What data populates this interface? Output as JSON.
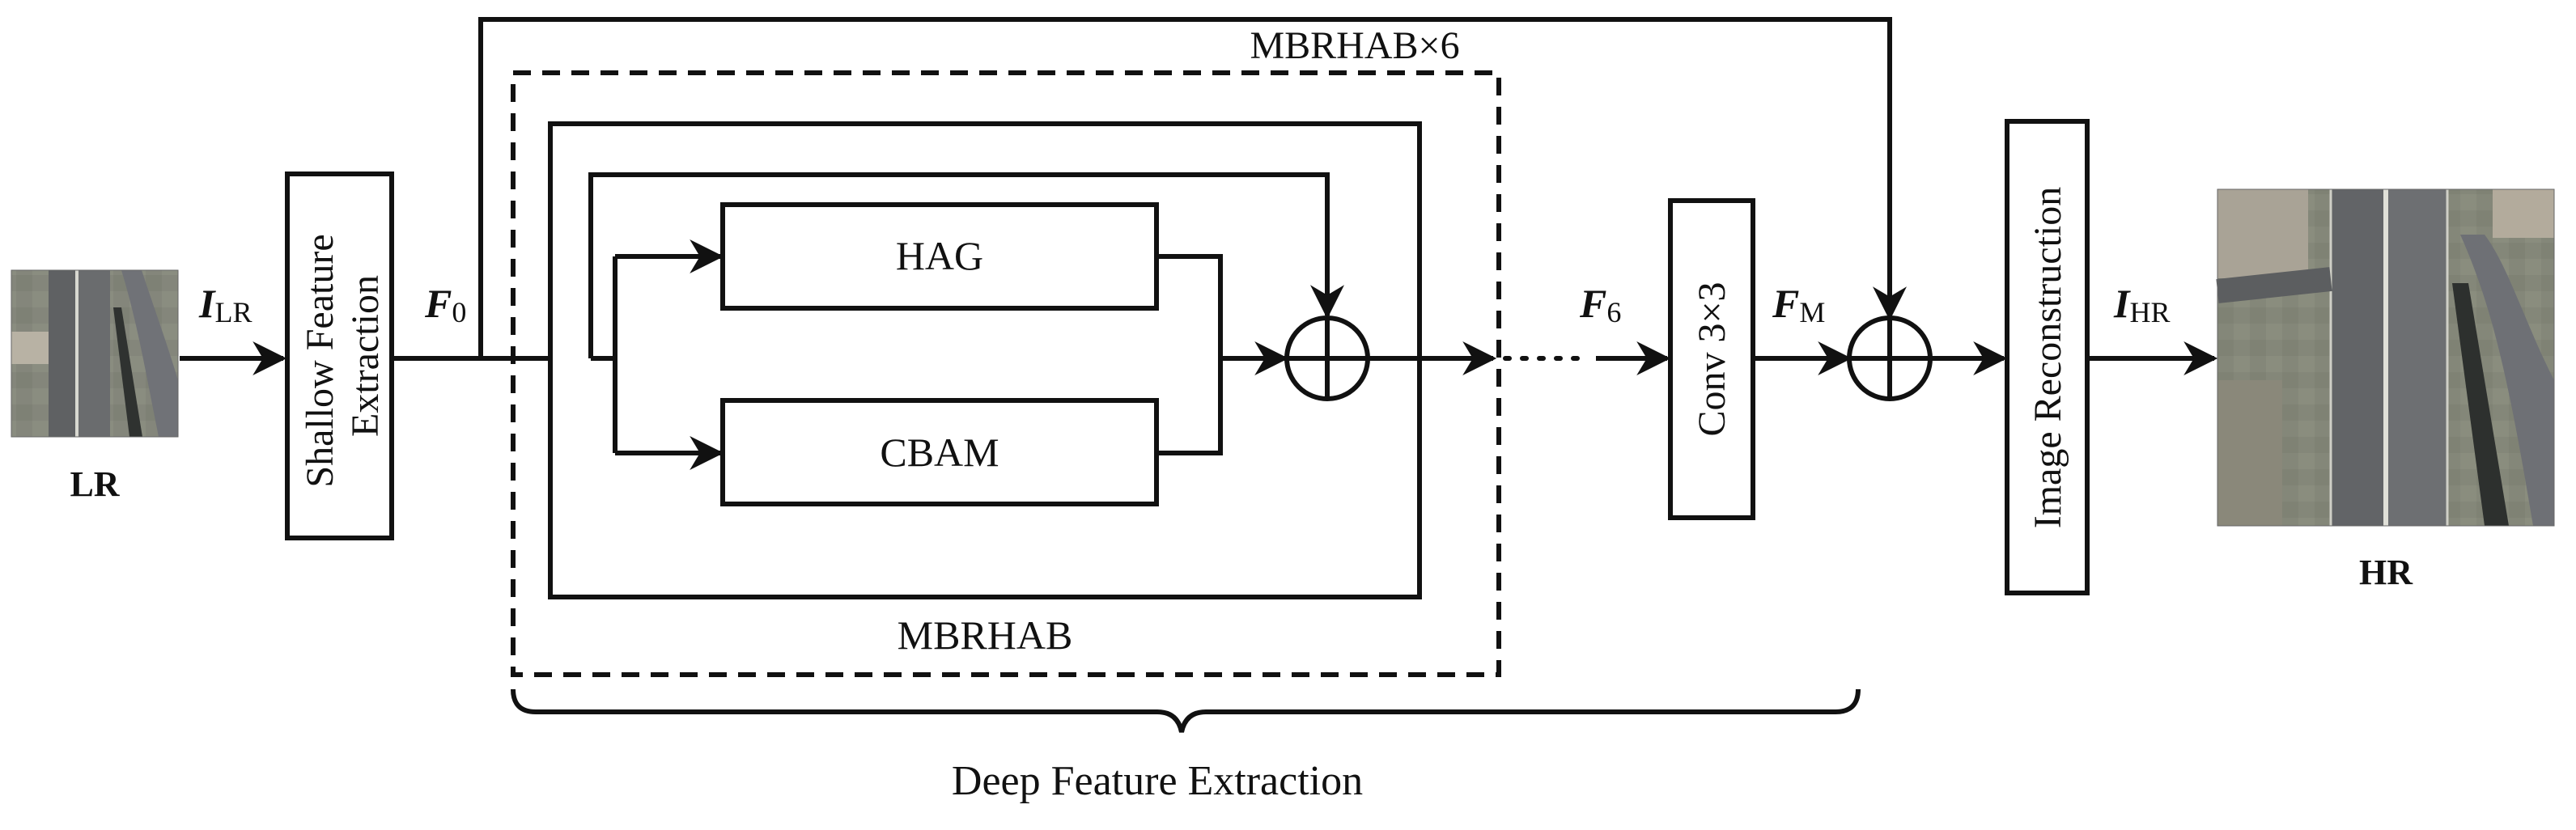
{
  "inputs": {
    "lr_label": "LR",
    "hr_label": "HR",
    "lr_image_icon": "aerial-highway-thumbnail",
    "hr_image_icon": "aerial-highway-image"
  },
  "signals": {
    "i_lr": {
      "main": "I",
      "sub": "LR"
    },
    "f0": {
      "main": "F",
      "sub": "0"
    },
    "f6": {
      "main": "F",
      "sub": "6"
    },
    "fm": {
      "main": "F",
      "sub": "M"
    },
    "i_hr": {
      "main": "I",
      "sub": "HR"
    }
  },
  "blocks": {
    "shallow_line1": "Shallow Feature",
    "shallow_line2": "Extraction",
    "hag": "HAG",
    "cbam": "CBAM",
    "mbrhab": "MBRHAB",
    "mbrhab_x6": "MBRHAB×6",
    "conv": "Conv 3×3",
    "reconstruction": "Image Reconstruction",
    "deep": "Deep Feature Extraction"
  },
  "icons": {
    "sum_node": "circle-plus-icon"
  }
}
